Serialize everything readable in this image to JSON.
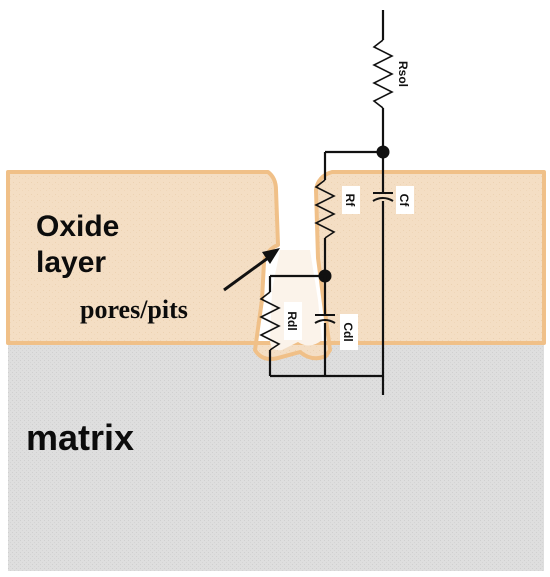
{
  "regions": {
    "oxide_label_line1": "Oxide",
    "oxide_label_line2": "layer",
    "pores_label": "pores/pits",
    "matrix_label": "matrix"
  },
  "components": {
    "rsol": "Rsol",
    "rf": "Rf",
    "cf": "Cf",
    "rdl": "Rdl",
    "cdl": "Cdl"
  },
  "colors": {
    "oxide_fill": "#f3dcc0",
    "oxide_edge": "#f0c088",
    "matrix_fill": "#dcdcdc",
    "wire": "#111111",
    "label_box": "#ffffff"
  }
}
